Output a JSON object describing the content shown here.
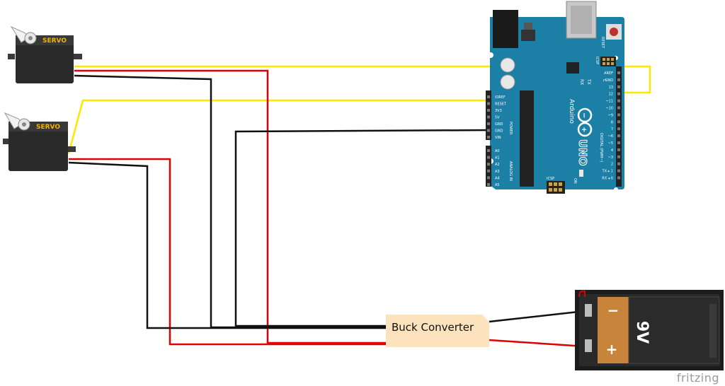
{
  "servo_top": {
    "label": "SERVO"
  },
  "servo_bottom": {
    "label": "SERVO"
  },
  "arduino": {
    "reset_label": "RESET",
    "icsp_label": "ICSP",
    "icsp2_label": "ICSP",
    "l_label": "L",
    "tx_label": "TX",
    "rx_label": "RX",
    "on_label": "ON",
    "brand_label": "Arduino",
    "model_label": "UNO",
    "digital_label": "DIGITAL (PWM~)",
    "power_label": "POWER",
    "analog_label": "ANALOG IN",
    "power_pins": [
      "IOREF",
      "RESET",
      "3V3",
      "5V",
      "GND",
      "GND",
      "VIN"
    ],
    "analog_pins": [
      "A0",
      "A1",
      "A2",
      "A3",
      "A4",
      "A5"
    ],
    "digital_pins": [
      "AREF",
      "GND",
      "13",
      "12",
      "~11",
      "~10",
      "~9",
      "8",
      "7",
      "~6",
      "~5",
      "4",
      "~3",
      "2",
      "TX ▸ 1",
      "RX ◂ 0"
    ]
  },
  "buck_converter": {
    "label": "Buck Converter"
  },
  "battery": {
    "voltage": "9V",
    "minus": "−",
    "plus": "+"
  },
  "footer": {
    "brand": "fritzing"
  },
  "colors": {
    "signal_wire": "#ffe800",
    "ground_wire": "#111111",
    "power_wire": "#e00000",
    "board": "#1b7fa6",
    "servo_body": "#2a2a2a",
    "servo_label": "#f0b400",
    "battery_body": "#c8843a",
    "note_bg": "#fde3bd"
  }
}
